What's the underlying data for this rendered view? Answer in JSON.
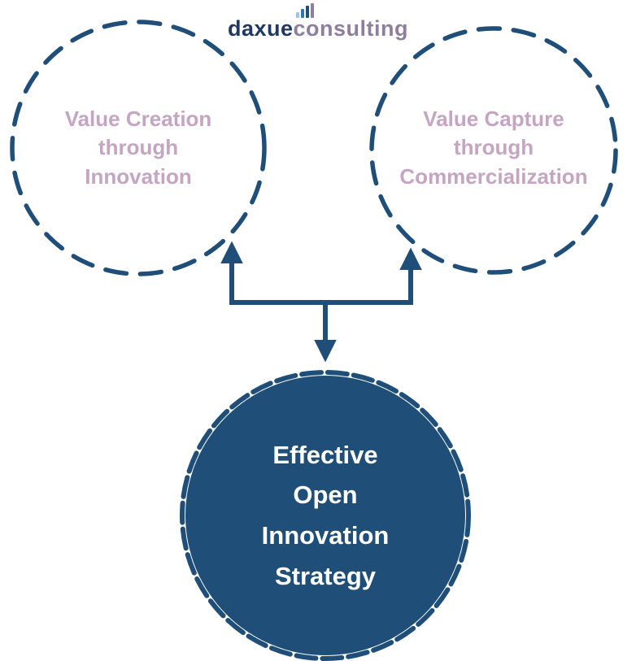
{
  "logo": {
    "daxue": "daxue",
    "consulting": "consulting",
    "icon": "bar-chart-icon"
  },
  "diagram": {
    "left_circle": {
      "lines": [
        "Value Creation",
        "through",
        "Innovation"
      ]
    },
    "right_circle": {
      "lines": [
        "Value Capture",
        "through",
        "Commercialization"
      ]
    },
    "bottom_circle": {
      "lines": [
        "Effective",
        "Open",
        "Innovation",
        "Strategy"
      ]
    }
  },
  "colors": {
    "navy": "#1F4E79",
    "logo_navy": "#1F3864",
    "logo_purple": "#8E7F9E",
    "pale_purple_text": "#C4A5C2",
    "bottom_text": "#FFFFFF"
  }
}
